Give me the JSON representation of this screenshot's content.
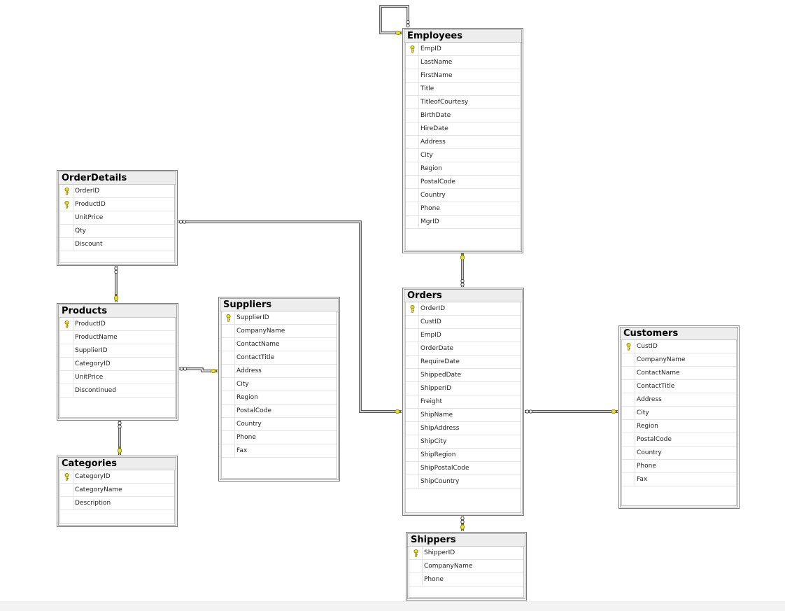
{
  "tables": [
    {
      "id": "employees",
      "title": "Employees",
      "columns": [
        {
          "name": "EmpID",
          "pk": true
        },
        {
          "name": "LastName"
        },
        {
          "name": "FirstName"
        },
        {
          "name": "Title"
        },
        {
          "name": "TitleofCourtesy"
        },
        {
          "name": "BirthDate"
        },
        {
          "name": "HireDate"
        },
        {
          "name": "Address"
        },
        {
          "name": "City"
        },
        {
          "name": "Region"
        },
        {
          "name": "PostalCode"
        },
        {
          "name": "Country"
        },
        {
          "name": "Phone"
        },
        {
          "name": "MgrID"
        }
      ]
    },
    {
      "id": "orderdetails",
      "title": "OrderDetails",
      "columns": [
        {
          "name": "OrderID",
          "pk": true
        },
        {
          "name": "ProductID",
          "pk": true
        },
        {
          "name": "UnitPrice"
        },
        {
          "name": "Qty"
        },
        {
          "name": "Discount"
        }
      ]
    },
    {
      "id": "products",
      "title": "Products",
      "columns": [
        {
          "name": "ProductID",
          "pk": true
        },
        {
          "name": "ProductName"
        },
        {
          "name": "SupplierID"
        },
        {
          "name": "CategoryID"
        },
        {
          "name": "UnitPrice"
        },
        {
          "name": "Discontinued"
        }
      ]
    },
    {
      "id": "suppliers",
      "title": "Suppliers",
      "columns": [
        {
          "name": "SupplierID",
          "pk": true
        },
        {
          "name": "CompanyName"
        },
        {
          "name": "ContactName"
        },
        {
          "name": "ContactTitle"
        },
        {
          "name": "Address"
        },
        {
          "name": "City"
        },
        {
          "name": "Region"
        },
        {
          "name": "PostalCode"
        },
        {
          "name": "Country"
        },
        {
          "name": "Phone"
        },
        {
          "name": "Fax"
        }
      ]
    },
    {
      "id": "categories",
      "title": "Categories",
      "columns": [
        {
          "name": "CategoryID",
          "pk": true
        },
        {
          "name": "CategoryName"
        },
        {
          "name": "Description"
        }
      ]
    },
    {
      "id": "orders",
      "title": "Orders",
      "columns": [
        {
          "name": "OrderID",
          "pk": true
        },
        {
          "name": "CustID"
        },
        {
          "name": "EmpID"
        },
        {
          "name": "OrderDate"
        },
        {
          "name": "RequireDate"
        },
        {
          "name": "ShippedDate"
        },
        {
          "name": "ShipperID"
        },
        {
          "name": "Freight"
        },
        {
          "name": "ShipName"
        },
        {
          "name": "ShipAddress"
        },
        {
          "name": "ShipCity"
        },
        {
          "name": "ShipRegion"
        },
        {
          "name": "ShipPostalCode"
        },
        {
          "name": "ShipCountry"
        }
      ]
    },
    {
      "id": "customers",
      "title": "Customers",
      "columns": [
        {
          "name": "CustID",
          "pk": true
        },
        {
          "name": "CompanyName"
        },
        {
          "name": "ContactName"
        },
        {
          "name": "ContactTitle"
        },
        {
          "name": "Address"
        },
        {
          "name": "City"
        },
        {
          "name": "Region"
        },
        {
          "name": "PostalCode"
        },
        {
          "name": "Country"
        },
        {
          "name": "Phone"
        },
        {
          "name": "Fax"
        }
      ]
    },
    {
      "id": "shippers",
      "title": "Shippers",
      "columns": [
        {
          "name": "ShipperID",
          "pk": true
        },
        {
          "name": "CompanyName"
        },
        {
          "name": "Phone"
        }
      ]
    }
  ],
  "relationships": [
    {
      "id": "employees-self",
      "from": "employees",
      "to": "employees"
    },
    {
      "id": "employees-orders",
      "from": "employees",
      "to": "orders"
    },
    {
      "id": "orders-orderdetails",
      "from": "orders",
      "to": "orderdetails"
    },
    {
      "id": "products-orderdetails",
      "from": "products",
      "to": "orderdetails"
    },
    {
      "id": "suppliers-products",
      "from": "suppliers",
      "to": "products"
    },
    {
      "id": "categories-products",
      "from": "categories",
      "to": "products"
    },
    {
      "id": "customers-orders",
      "from": "customers",
      "to": "orders"
    },
    {
      "id": "shippers-orders",
      "from": "shippers",
      "to": "orders"
    }
  ],
  "colors": {
    "key": "#e8e02c",
    "key_outline": "#7d7400",
    "line": "#404040"
  },
  "icons": {
    "primary_key": "key-icon",
    "one_end": "key-endpoint-icon",
    "many_end": "infinity-endpoint-icon"
  }
}
